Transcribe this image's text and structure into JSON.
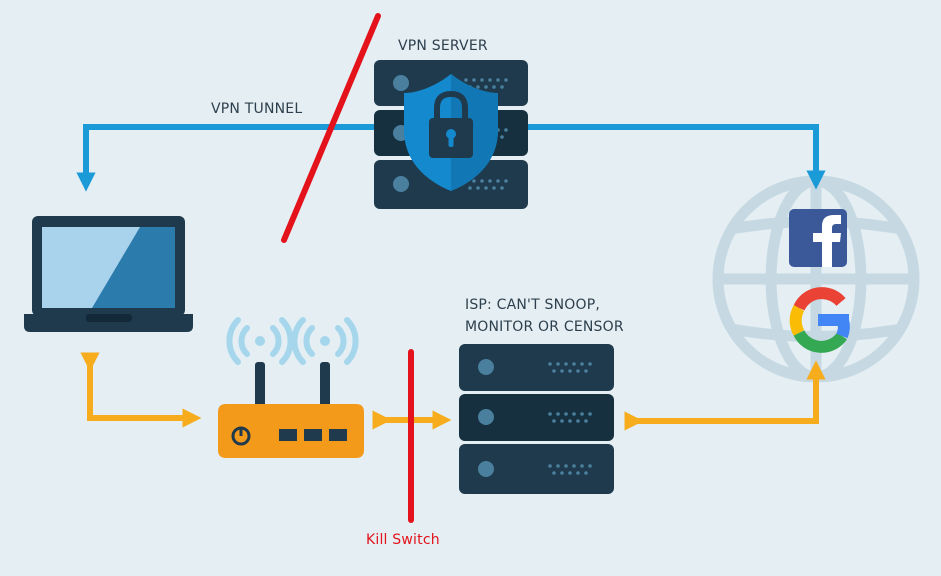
{
  "labels": {
    "vpn_server": "VPN SERVER",
    "vpn_tunnel": "VPN TUNNEL",
    "isp_line1": "ISP: CAN'T SNOOP,",
    "isp_line2": "MONITOR OR CENSOR",
    "kill_switch": "Kill Switch"
  },
  "icons": {
    "vpn_server": "server-stack-icon",
    "shield": "shield-lock-icon",
    "laptop": "laptop-icon",
    "router": "wifi-router-icon",
    "isp_server": "server-stack-icon",
    "internet": "globe-icon",
    "facebook": "facebook-icon",
    "google": "google-icon"
  },
  "colors": {
    "background": "#e4eef3",
    "vpn_tunnel": "#1a9ad7",
    "isp_path": "#f6ac1c",
    "block_line": "#e3121b",
    "server_body": "#1e3a4c",
    "shield": "#1589cd",
    "router": "#f39a1b",
    "globe": "#c6d9e3"
  }
}
